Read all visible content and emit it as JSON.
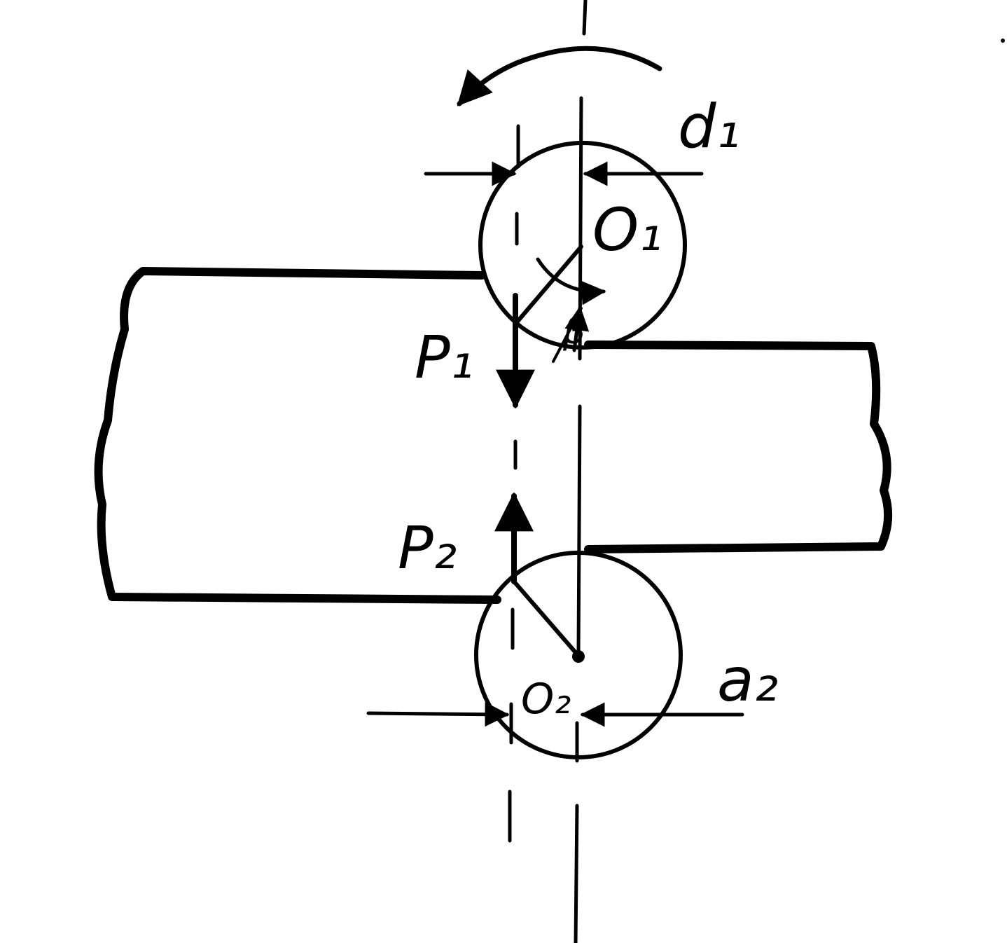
{
  "labels": {
    "d1": "d₁",
    "o1": "O₁",
    "p1": "P₁",
    "p2": "P₂",
    "o2": "O₂",
    "a2": "a₂",
    "beta": "β"
  },
  "colors": {
    "ink": "#000000",
    "paper": "#ffffff"
  }
}
